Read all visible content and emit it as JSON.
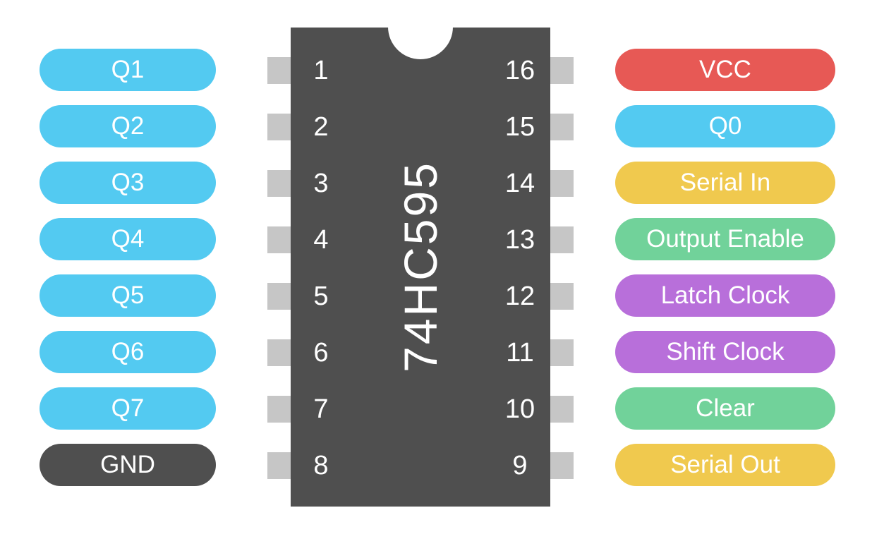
{
  "chip": {
    "label": "74HC595",
    "body_color": "#4F4F4F",
    "label_color": "#FFFFFF"
  },
  "colors": {
    "background": "#FFFFFF",
    "pin_stub": "#C6C6C6",
    "text_on_pill": "#FFFFFF",
    "output_blue": "#53CAF1",
    "power_red": "#E75955",
    "serial_yellow": "#F0C94E",
    "enable_green": "#71D29A",
    "clock_purple": "#B86FDA",
    "ground_dark": "#4F4F4F"
  },
  "pins": {
    "left": [
      {
        "number": "1",
        "label": "Q1",
        "color": "#53CAF1"
      },
      {
        "number": "2",
        "label": "Q2",
        "color": "#53CAF1"
      },
      {
        "number": "3",
        "label": "Q3",
        "color": "#53CAF1"
      },
      {
        "number": "4",
        "label": "Q4",
        "color": "#53CAF1"
      },
      {
        "number": "5",
        "label": "Q5",
        "color": "#53CAF1"
      },
      {
        "number": "6",
        "label": "Q6",
        "color": "#53CAF1"
      },
      {
        "number": "7",
        "label": "Q7",
        "color": "#53CAF1"
      },
      {
        "number": "8",
        "label": "GND",
        "color": "#4F4F4F"
      }
    ],
    "right": [
      {
        "number": "16",
        "label": "VCC",
        "color": "#E75955"
      },
      {
        "number": "15",
        "label": "Q0",
        "color": "#53CAF1"
      },
      {
        "number": "14",
        "label": "Serial In",
        "color": "#F0C94E"
      },
      {
        "number": "13",
        "label": "Output Enable",
        "color": "#71D29A"
      },
      {
        "number": "12",
        "label": "Latch Clock",
        "color": "#B86FDA"
      },
      {
        "number": "11",
        "label": "Shift Clock",
        "color": "#B86FDA"
      },
      {
        "number": "10",
        "label": "Clear",
        "color": "#71D29A"
      },
      {
        "number": "9",
        "label": "Serial Out",
        "color": "#F0C94E"
      }
    ]
  }
}
